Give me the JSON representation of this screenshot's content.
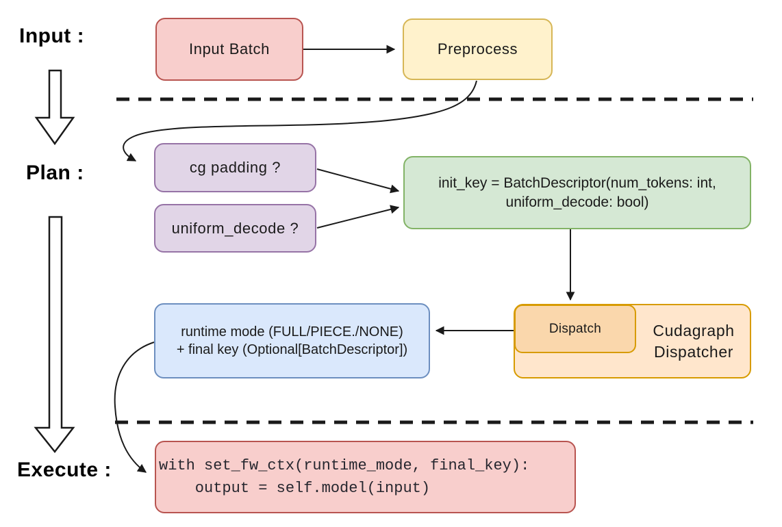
{
  "stage_labels": {
    "input": "Input :",
    "plan": "Plan :",
    "execute": "Execute :"
  },
  "nodes": {
    "input_batch": {
      "label": "Input Batch",
      "fill": "#f8cecc",
      "stroke": "#b85450"
    },
    "preprocess": {
      "label": "Preprocess",
      "fill": "#fff2cc",
      "stroke": "#d6b656"
    },
    "cg_padding": {
      "label": "cg padding ?",
      "fill": "#e1d5e7",
      "stroke": "#9673a6"
    },
    "uniform_decode": {
      "label": "uniform_decode ?",
      "fill": "#e1d5e7",
      "stroke": "#9673a6"
    },
    "init_key": {
      "line1": "init_key = BatchDescriptor(num_tokens: int,",
      "line2": "uniform_decode: bool)",
      "fill": "#d5e8d4",
      "stroke": "#82b366"
    },
    "dispatch": {
      "label": "Dispatch",
      "fill": "#fad7ac",
      "stroke": "#d79b00"
    },
    "cudagraph_dispatcher": {
      "line1": "Cudagraph",
      "line2": "Dispatcher",
      "fill": "#ffe6cc",
      "stroke": "#d79b00"
    },
    "runtime_result": {
      "line1": "runtime mode (FULL/PIECE./NONE)",
      "line2": "+ final key (Optional[BatchDescriptor])",
      "fill": "#dae8fc",
      "stroke": "#6c8ebf"
    },
    "execute_code": {
      "line1": "with set_fw_ctx(runtime_mode, final_key):",
      "line2": "    output = self.model(input)",
      "fill": "#f8cecc",
      "stroke": "#b85450"
    }
  },
  "connector_color": "#1a1a1a"
}
